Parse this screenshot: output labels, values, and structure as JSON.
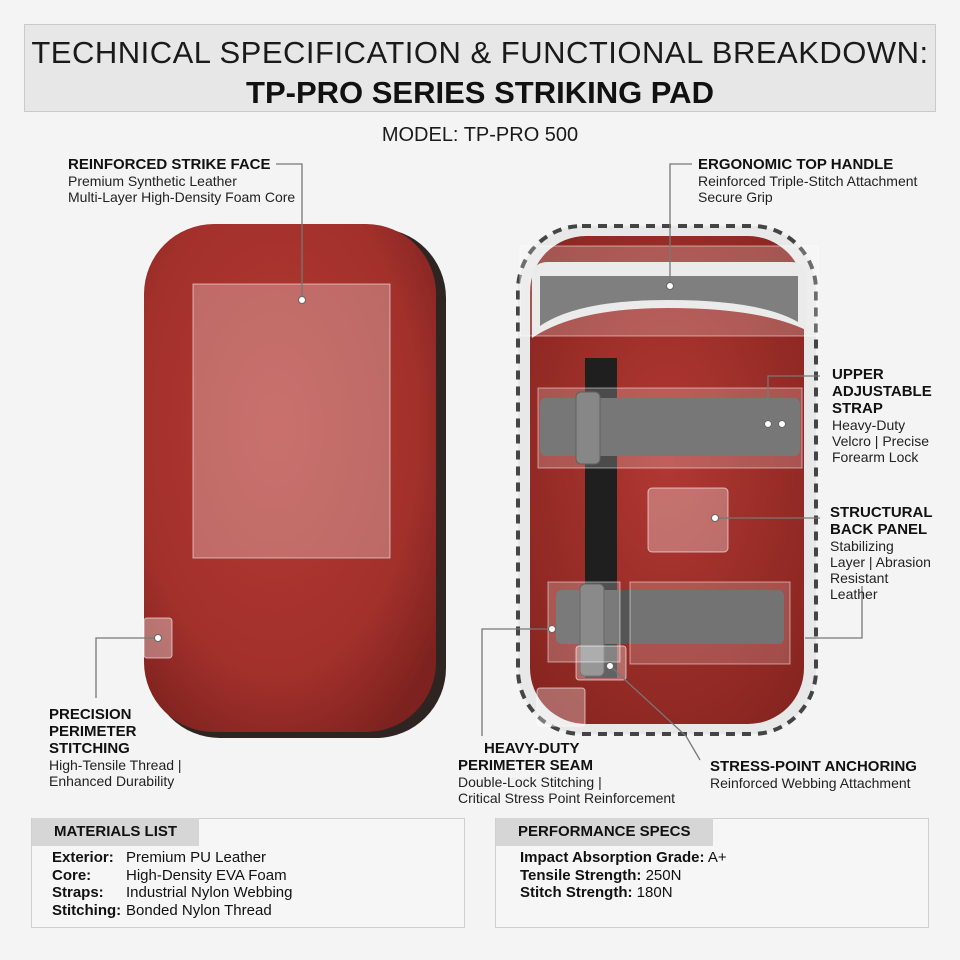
{
  "header": {
    "title_line1": "TECHNICAL SPECIFICATION & FUNCTIONAL BREAKDOWN:",
    "title_line2": "TP-PRO SERIES STRIKING PAD",
    "model": "MODEL: TP-PRO 500"
  },
  "callouts": {
    "strike_face": {
      "title": "REINFORCED STRIKE FACE",
      "line1": "Premium Synthetic Leather",
      "line2": "Multi-Layer High-Density Foam Core"
    },
    "top_handle": {
      "title": "ERGONOMIC TOP HANDLE",
      "line1": "Reinforced Triple-Stitch Attachment",
      "line2": "Secure Grip"
    },
    "upper_strap": {
      "title1": "UPPER",
      "title2": "ADJUSTABLE",
      "title3": "STRAP",
      "line1": "Heavy-Duty",
      "line2": "Velcro | Precise",
      "line3": "Forearm Lock"
    },
    "back_panel": {
      "title1": "STRUCTURAL",
      "title2": "BACK PANEL",
      "line1": "Stabilizing",
      "line2": "Layer | Abrasion",
      "line3": "Resistant",
      "line4": "Leather"
    },
    "perimeter_stitching": {
      "title1": "PRECISION",
      "title2": "PERIMETER",
      "title3": "STITCHING",
      "line1": "High-Tensile Thread |",
      "line2": "Enhanced Durability"
    },
    "perimeter_seam": {
      "title1": "HEAVY-DUTY",
      "title2": "PERIMETER SEAM",
      "line1": "Double-Lock Stitching |",
      "line2": "Critical Stress Point Reinforcement"
    },
    "stress_point": {
      "title": "STRESS-POINT ANCHORING",
      "line1": "Reinforced Webbing Attachment"
    }
  },
  "materials": {
    "heading": "MATERIALS LIST",
    "rows": [
      {
        "key": "Exterior:",
        "value": "Premium PU Leather"
      },
      {
        "key": "Core:",
        "value": "High-Density EVA Foam"
      },
      {
        "key": "Straps:",
        "value": "Industrial Nylon Webbing"
      },
      {
        "key": "Stitching:",
        "value": "Bonded Nylon Thread"
      }
    ]
  },
  "performance": {
    "heading": "PERFORMANCE SPECS",
    "rows": [
      {
        "key": "Impact Absorption Grade:",
        "value": "A+"
      },
      {
        "key": "Tensile Strength:",
        "value": "250N"
      },
      {
        "key": "Stitch Strength:",
        "value": "180N"
      }
    ]
  },
  "colors": {
    "pad_red": "#a8332e",
    "pad_dark": "#7a201d",
    "strap_gray": "#5a5a5a",
    "leader": "#777777"
  }
}
